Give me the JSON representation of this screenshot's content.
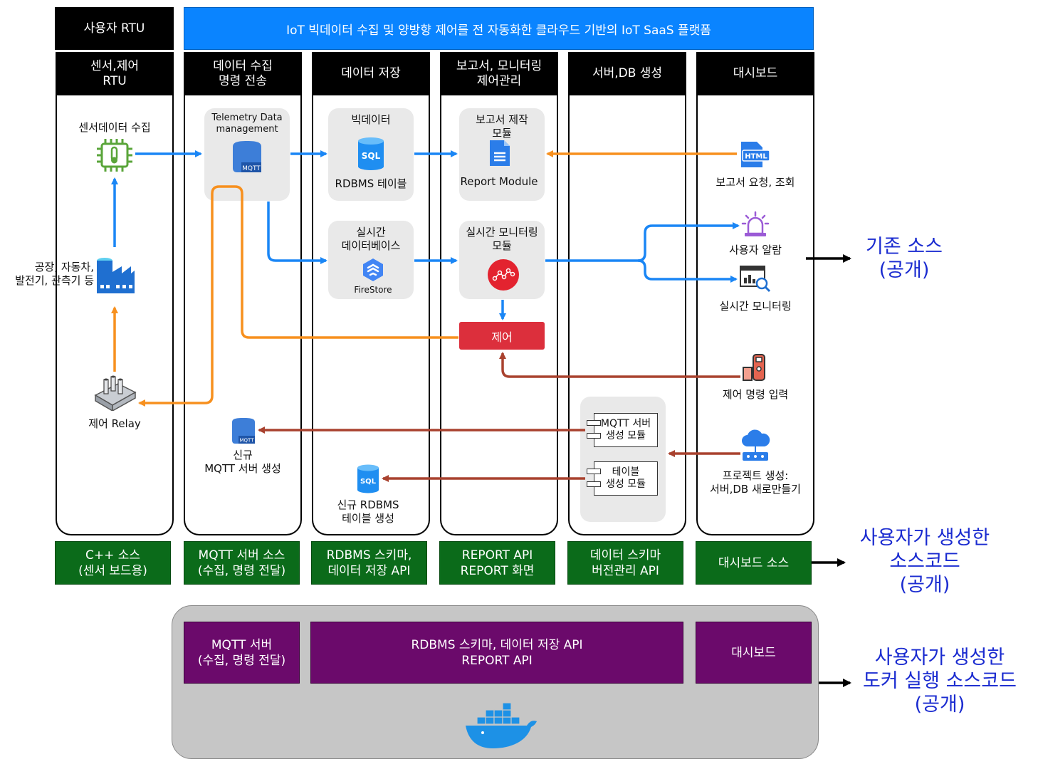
{
  "header": {
    "user_rtu": "사용자 RTU",
    "platform_title": "IoT 빅데이터 수집 및 양방향 제어를 전 자동화한  클라우드 기반의 IoT SaaS 플랫폼"
  },
  "columns": [
    {
      "title": "센서,제어\nRTU"
    },
    {
      "title": "데이터 수집\n명령 전송"
    },
    {
      "title": "데이터 저장"
    },
    {
      "title": "보고서, 모니터링\n제어관리"
    },
    {
      "title": "서버,DB 생성"
    },
    {
      "title": "대시보드"
    }
  ],
  "nodes": {
    "sensor_collect": "센서데이터 수집",
    "factory": "공장, 자동차,\n발전기, 관측기 등",
    "relay": "제어 Relay",
    "telemetry": "Telemetry Data\nmanagement",
    "new_mqtt": "신규\nMQTT 서버 생성",
    "bigdata": "빅데이터",
    "rdbms_table": "RDBMS 테이블",
    "realtime_db": "실시간\n데이터베이스",
    "firestore": "FireStore",
    "new_rdbms": "신규 RDBMS\n테이블 생성",
    "report_make": "보고서 제작\n모듈",
    "report_module": "Report Module",
    "rt_monitor_module": "실시간 모니터링\n모듈",
    "control": "제어",
    "mqtt_module": "MQTT 서버\n생성 모듈",
    "table_module": "테이블\n생성 모듈",
    "report_request": "보고서 요청, 조회",
    "user_alarm": "사용자 알람",
    "rt_monitoring": "실시간 모니터링",
    "control_cmd": "제어 명령 입력",
    "project_create": "프로젝트 생성:\n서버,DB 새로만들기",
    "sql_text": "SQL",
    "mqtt_text": "MQTT",
    "html_text": "HTML"
  },
  "green_boxes": [
    "C++ 소스\n(센서 보드용)",
    "MQTT 서버 소스\n(수집, 명령 전달)",
    "RDBMS 스키마,\n데이터 저장 API",
    "REPORT API\nREPORT 화면",
    "데이터 스키마\n버전관리 API",
    "대시보드 소스"
  ],
  "docker": {
    "mqtt": "MQTT 서버\n(수집, 명령 전달)",
    "rdbms": "RDBMS 스키마, 데이터 저장 API\nREPORT API",
    "dashboard": "대시보드"
  },
  "side_labels": {
    "existing": "기존 소스\n(공개)",
    "user_source": "사용자가 생성한\n소스코드\n(공개)",
    "docker_source": "사용자가 생성한\n도커 실행 소스코드\n(공개)"
  },
  "colors": {
    "blue_arrow": "#1a86f5",
    "orange_arrow": "#f7901e",
    "brown_arrow": "#a9422f",
    "green": "#0b6b1a",
    "purple": "#6b0a6b",
    "side_text": "#1a2bd0"
  }
}
